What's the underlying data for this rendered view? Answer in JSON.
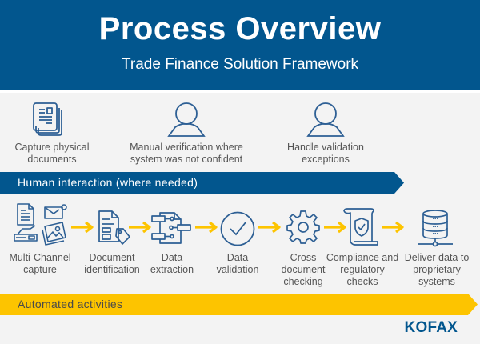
{
  "header": {
    "title": "Process Overview",
    "subtitle": "Trade Finance Solution Framework"
  },
  "human": {
    "steps": [
      {
        "label": "Capture physical documents",
        "icon": "documents-stack-icon"
      },
      {
        "label": "Manual verification where system was not confident",
        "icon": "person-icon"
      },
      {
        "label": "Handle validation exceptions",
        "icon": "person-icon"
      }
    ],
    "bar_label": "Human interaction (where needed)"
  },
  "automated": {
    "steps": [
      {
        "label": "Multi-Channel capture",
        "icon": "multi-channel-icon"
      },
      {
        "label": "Document identification",
        "icon": "document-tag-icon"
      },
      {
        "label": "Data extraction",
        "icon": "data-extraction-icon"
      },
      {
        "label": "Data validation",
        "icon": "checkmark-circle-icon"
      },
      {
        "label": "Cross document checking",
        "icon": "gear-icon"
      },
      {
        "label": "Compliance and regulatory checks",
        "icon": "scroll-shield-icon"
      },
      {
        "label": "Deliver data to proprietary systems",
        "icon": "database-icon"
      }
    ],
    "bar_label": "Automated activities"
  },
  "brand": {
    "logo": "KOFAX"
  },
  "colors": {
    "primary": "#02568e",
    "accent": "#fdc400",
    "icon": "#2d5f94",
    "text": "#555555",
    "background": "#f3f3f3"
  }
}
